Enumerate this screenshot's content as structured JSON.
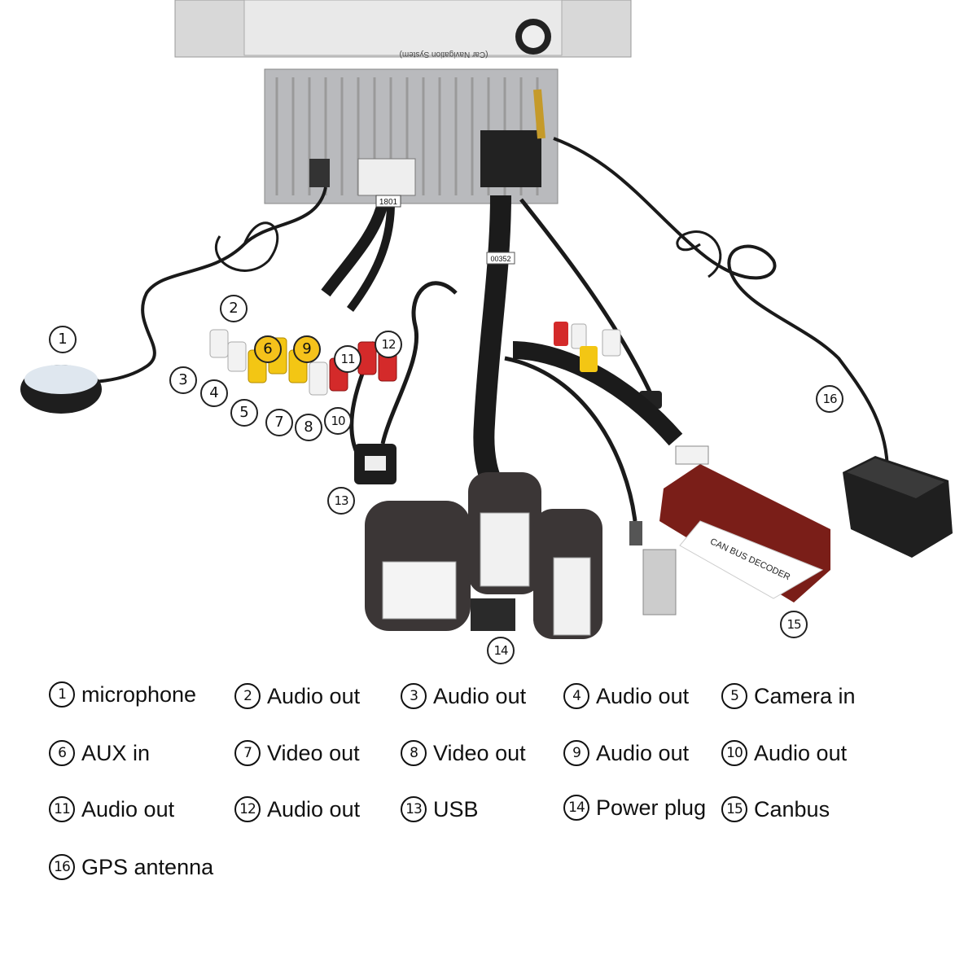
{
  "diagram": {
    "title": "",
    "callouts": [
      {
        "id": "1",
        "label": "1"
      },
      {
        "id": "2",
        "label": "2"
      },
      {
        "id": "3",
        "label": "3"
      },
      {
        "id": "4",
        "label": "4"
      },
      {
        "id": "5",
        "label": "5"
      },
      {
        "id": "6",
        "label": "6"
      },
      {
        "id": "7",
        "label": "7"
      },
      {
        "id": "8",
        "label": "8"
      },
      {
        "id": "9",
        "label": "9"
      },
      {
        "id": "10",
        "label": "10"
      },
      {
        "id": "11",
        "label": "11"
      },
      {
        "id": "12",
        "label": "12"
      },
      {
        "id": "13",
        "label": "13"
      },
      {
        "id": "14",
        "label": "14"
      },
      {
        "id": "15",
        "label": "15"
      },
      {
        "id": "16",
        "label": "16"
      }
    ],
    "unit_label": "(Car Navigation System)",
    "cable_tag": "1801",
    "cable_tag_2": "00352",
    "canbus_box_text": "CAN BUS DECODER"
  },
  "legend": {
    "items": [
      {
        "num": "1",
        "text": "microphone"
      },
      {
        "num": "2",
        "text": "Audio out"
      },
      {
        "num": "3",
        "text": "Audio out"
      },
      {
        "num": "4",
        "text": "Audio out"
      },
      {
        "num": "5",
        "text": "Camera in"
      },
      {
        "num": "6",
        "text": "AUX in"
      },
      {
        "num": "7",
        "text": "Video out"
      },
      {
        "num": "8",
        "text": "Video out"
      },
      {
        "num": "9",
        "text": "Audio out"
      },
      {
        "num": "10",
        "text": "Audio out"
      },
      {
        "num": "11",
        "text": "Audio out"
      },
      {
        "num": "12",
        "text": "Audio out"
      },
      {
        "num": "13",
        "text": "USB"
      },
      {
        "num": "14",
        "text": "Power plug"
      },
      {
        "num": "15",
        "text": "Canbus"
      },
      {
        "num": "16",
        "text": "GPS antenna"
      }
    ]
  },
  "colors": {
    "unit_body": "#c9cacc",
    "cable": "#1a1a1a",
    "rca_red": "#d42a2a",
    "rca_yellow": "#f3c614",
    "rca_white": "#f2f2f2",
    "canbus_box": "#7a1e18"
  }
}
